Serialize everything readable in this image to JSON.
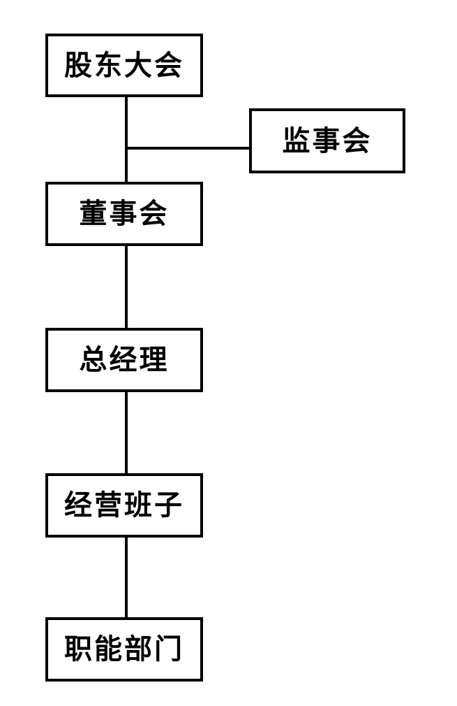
{
  "diagram": {
    "type": "org-chart",
    "background_color": "#ffffff",
    "line_color": "#000000",
    "text_color": "#000000",
    "nodes": [
      {
        "id": "shareholders-meeting",
        "label": "股东大会"
      },
      {
        "id": "supervisory-board",
        "label": "监事会"
      },
      {
        "id": "board-of-directors",
        "label": "董事会"
      },
      {
        "id": "general-manager",
        "label": "总经理"
      },
      {
        "id": "management-team",
        "label": "经营班子"
      },
      {
        "id": "functional-departments",
        "label": "职能部门"
      }
    ],
    "edges": [
      {
        "from": "shareholders-meeting",
        "to": "board-of-directors"
      },
      {
        "from": "shareholders-meeting",
        "to": "supervisory-board"
      },
      {
        "from": "board-of-directors",
        "to": "general-manager"
      },
      {
        "from": "general-manager",
        "to": "management-team"
      },
      {
        "from": "management-team",
        "to": "functional-departments"
      }
    ]
  }
}
